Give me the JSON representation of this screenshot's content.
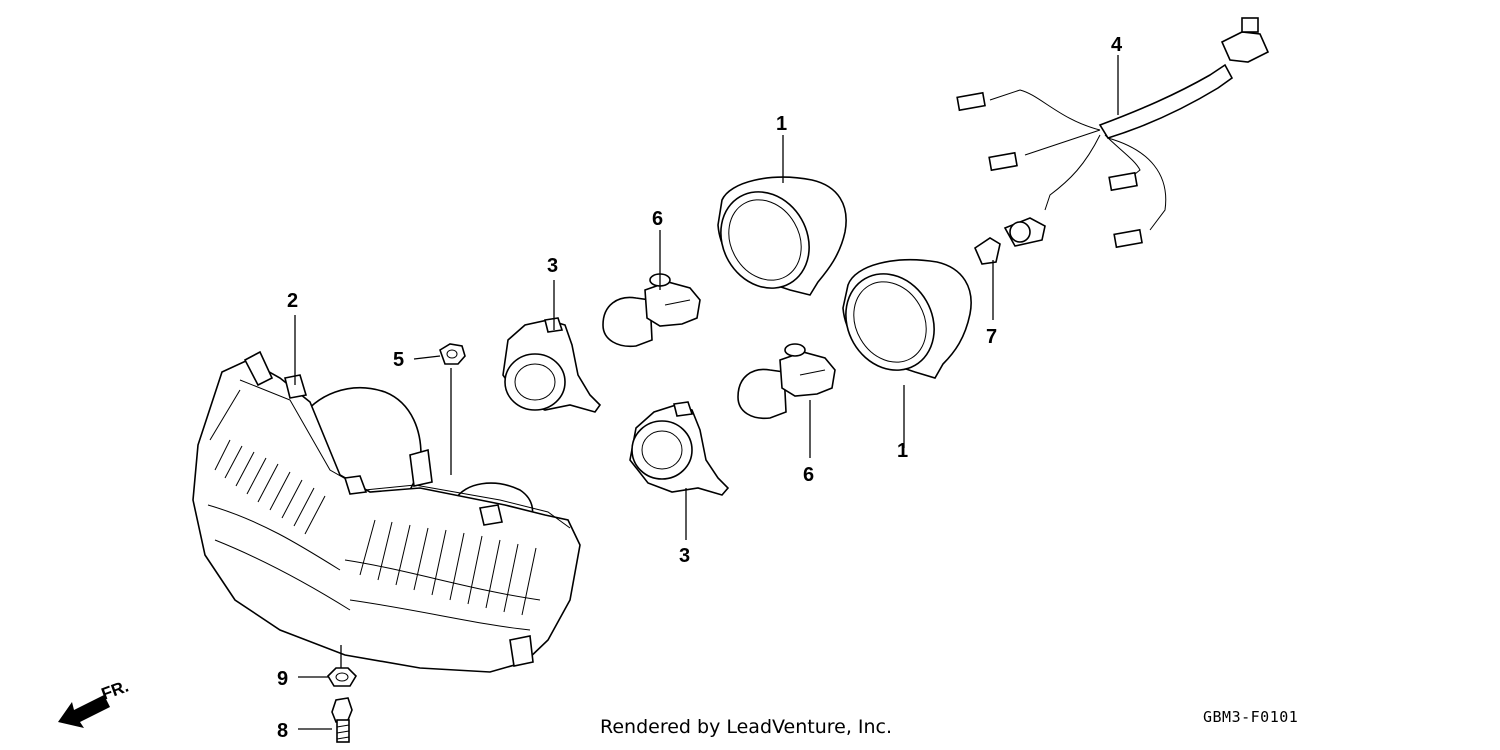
{
  "diagram": {
    "callouts": [
      {
        "id": "c1a",
        "label": "1"
      },
      {
        "id": "c1b",
        "label": "1"
      },
      {
        "id": "c2",
        "label": "2"
      },
      {
        "id": "c3a",
        "label": "3"
      },
      {
        "id": "c3b",
        "label": "3"
      },
      {
        "id": "c4",
        "label": "4"
      },
      {
        "id": "c5",
        "label": "5"
      },
      {
        "id": "c6a",
        "label": "6"
      },
      {
        "id": "c6b",
        "label": "6"
      },
      {
        "id": "c7",
        "label": "7"
      },
      {
        "id": "c8",
        "label": "8"
      },
      {
        "id": "c9",
        "label": "9"
      }
    ],
    "front_indicator": "FR.",
    "credit": "Rendered by LeadVenture, Inc.",
    "drawing_code": "GBM3-F0101"
  }
}
